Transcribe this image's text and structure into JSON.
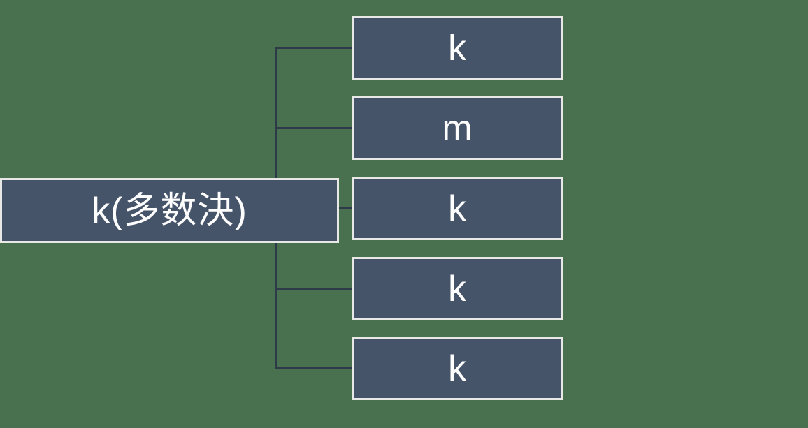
{
  "diagram": {
    "type": "org-chart",
    "root": {
      "label": "k(多数決)"
    },
    "children": [
      {
        "label": "k"
      },
      {
        "label": "m"
      },
      {
        "label": "k"
      },
      {
        "label": "k"
      },
      {
        "label": "k"
      }
    ],
    "colors": {
      "background": "#497150",
      "node_fill": "#46546a",
      "node_border": "#e8e8e6",
      "connector": "#2d3a4a",
      "text": "#fdfdfd"
    }
  }
}
